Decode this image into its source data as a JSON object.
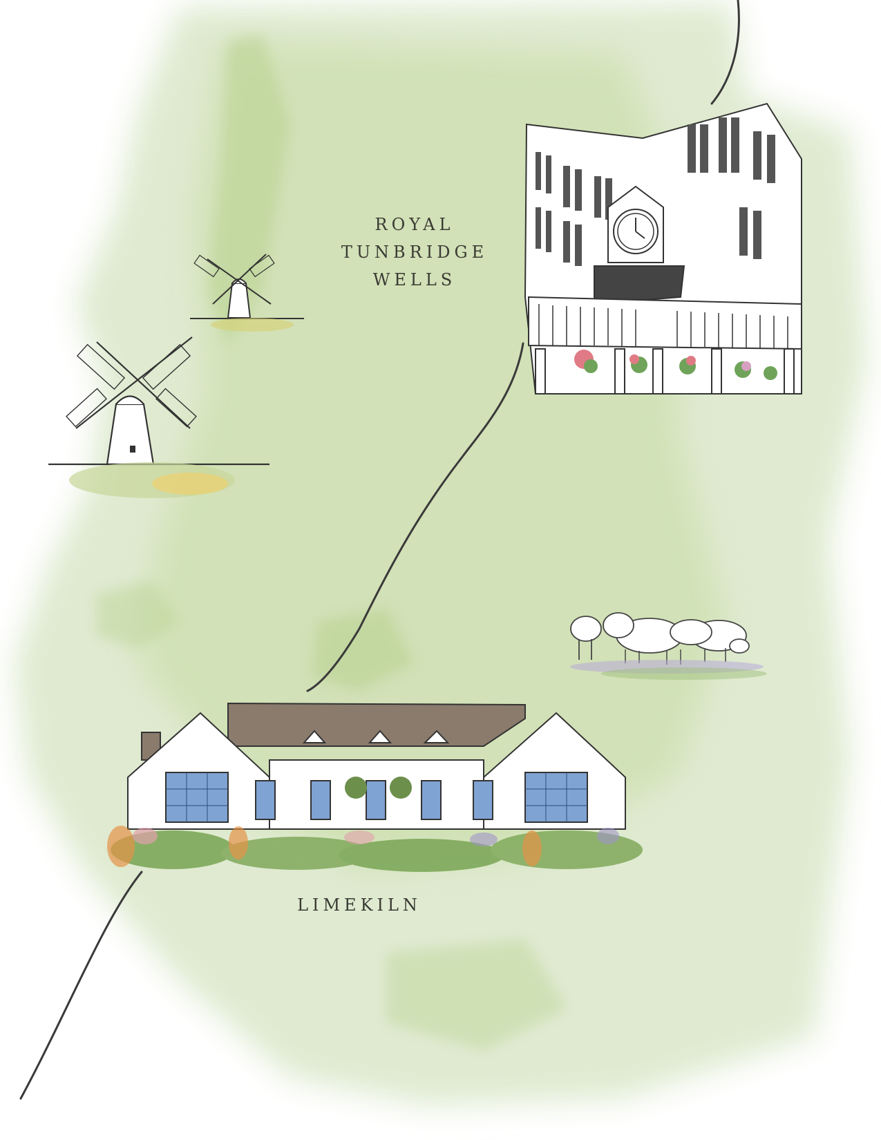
{
  "map": {
    "labels": {
      "royal_tunbridge_wells": [
        "ROYAL",
        "TUNBRIDGE",
        "WELLS"
      ],
      "limekiln": "LIMEKILN"
    },
    "colors": {
      "wash_light": "#e6efd1",
      "wash_mid": "#c9dca6",
      "wash_dark": "#a9c67f",
      "ink": "#333333",
      "roof": "#8a7b6d",
      "window_blue": "#7fa3d2",
      "flower_orange": "#e58a3a",
      "flower_pink": "#e29aa8",
      "flower_purple": "#9b8cc8"
    },
    "icons": [
      "windmill-icon",
      "windmill-icon",
      "town-hall-clock-building",
      "sheep-flock",
      "limekiln-house"
    ]
  }
}
